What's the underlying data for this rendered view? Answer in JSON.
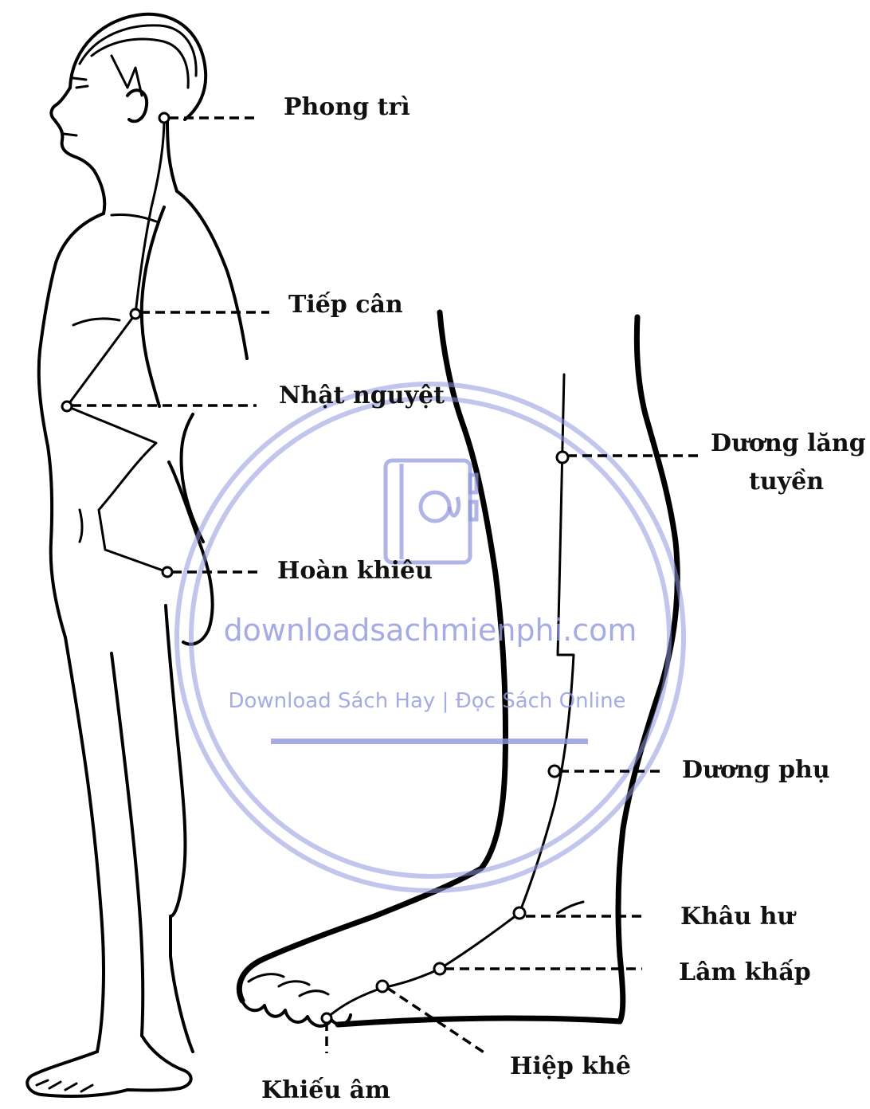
{
  "labels": {
    "phong_tri": "Phong trì",
    "tiep_can": "Tiếp cân",
    "nhat_nguyet": "Nhật nguyệt",
    "hoan_khieu": "Hoàn khiêu",
    "duong_lang_line1": "Dương lăng",
    "duong_lang_line2": "tuyền",
    "duong_phu": "Dương phụ",
    "khau_hu": "Khâu hư",
    "lam_khap": "Lâm khấp",
    "hiep_khe": "Hiệp khê",
    "khieu_am": "Khiếu âm"
  },
  "watermark": {
    "site": "downloadsachmienphi.com",
    "tagline": "Download Sách Hay | Đọc Sách Online",
    "color": "#8f96dd"
  }
}
